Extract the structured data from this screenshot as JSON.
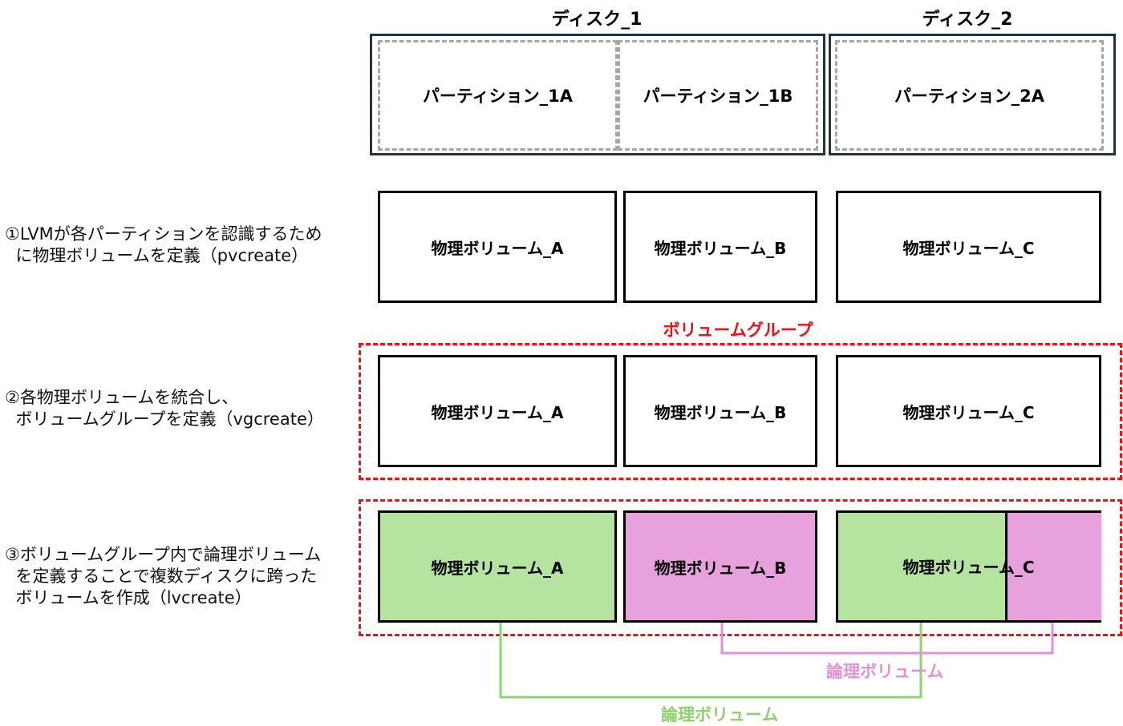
{
  "disks": [
    {
      "title": "ディスク_1",
      "partitions": [
        "パーティション_1A",
        "パーティション_1B"
      ]
    },
    {
      "title": "ディスク_2",
      "partitions": [
        "パーティション_2A"
      ]
    }
  ],
  "steps": [
    "①LVMが各パーティションを認識するため\n  に物理ボリュームを定義（pvcreate）",
    "②各物理ボリュームを統合し、\n  ボリュームグループを定義（vgcreate）",
    "③ボリュームグループ内で論理ボリューム\n  を定義することで複数ディスクに跨った\n  ボリュームを作成（lvcreate）"
  ],
  "physical_volumes": [
    "物理ボリューム_A",
    "物理ボリューム_B",
    "物理ボリューム_C"
  ],
  "volume_group_label": "ボリュームグループ",
  "logical_volumes": [
    {
      "label": "論理ボリューム",
      "color": "#8fd16d"
    },
    {
      "label": "論理ボリューム",
      "color": "#e291d6"
    }
  ],
  "colors": {
    "disk_frame": "#1f3344",
    "partition_border": "#a6a6a6",
    "volume_group": "#ee1111",
    "lv_green_fill": "#b4e49f",
    "lv_pink_fill": "#e7a1dc"
  }
}
